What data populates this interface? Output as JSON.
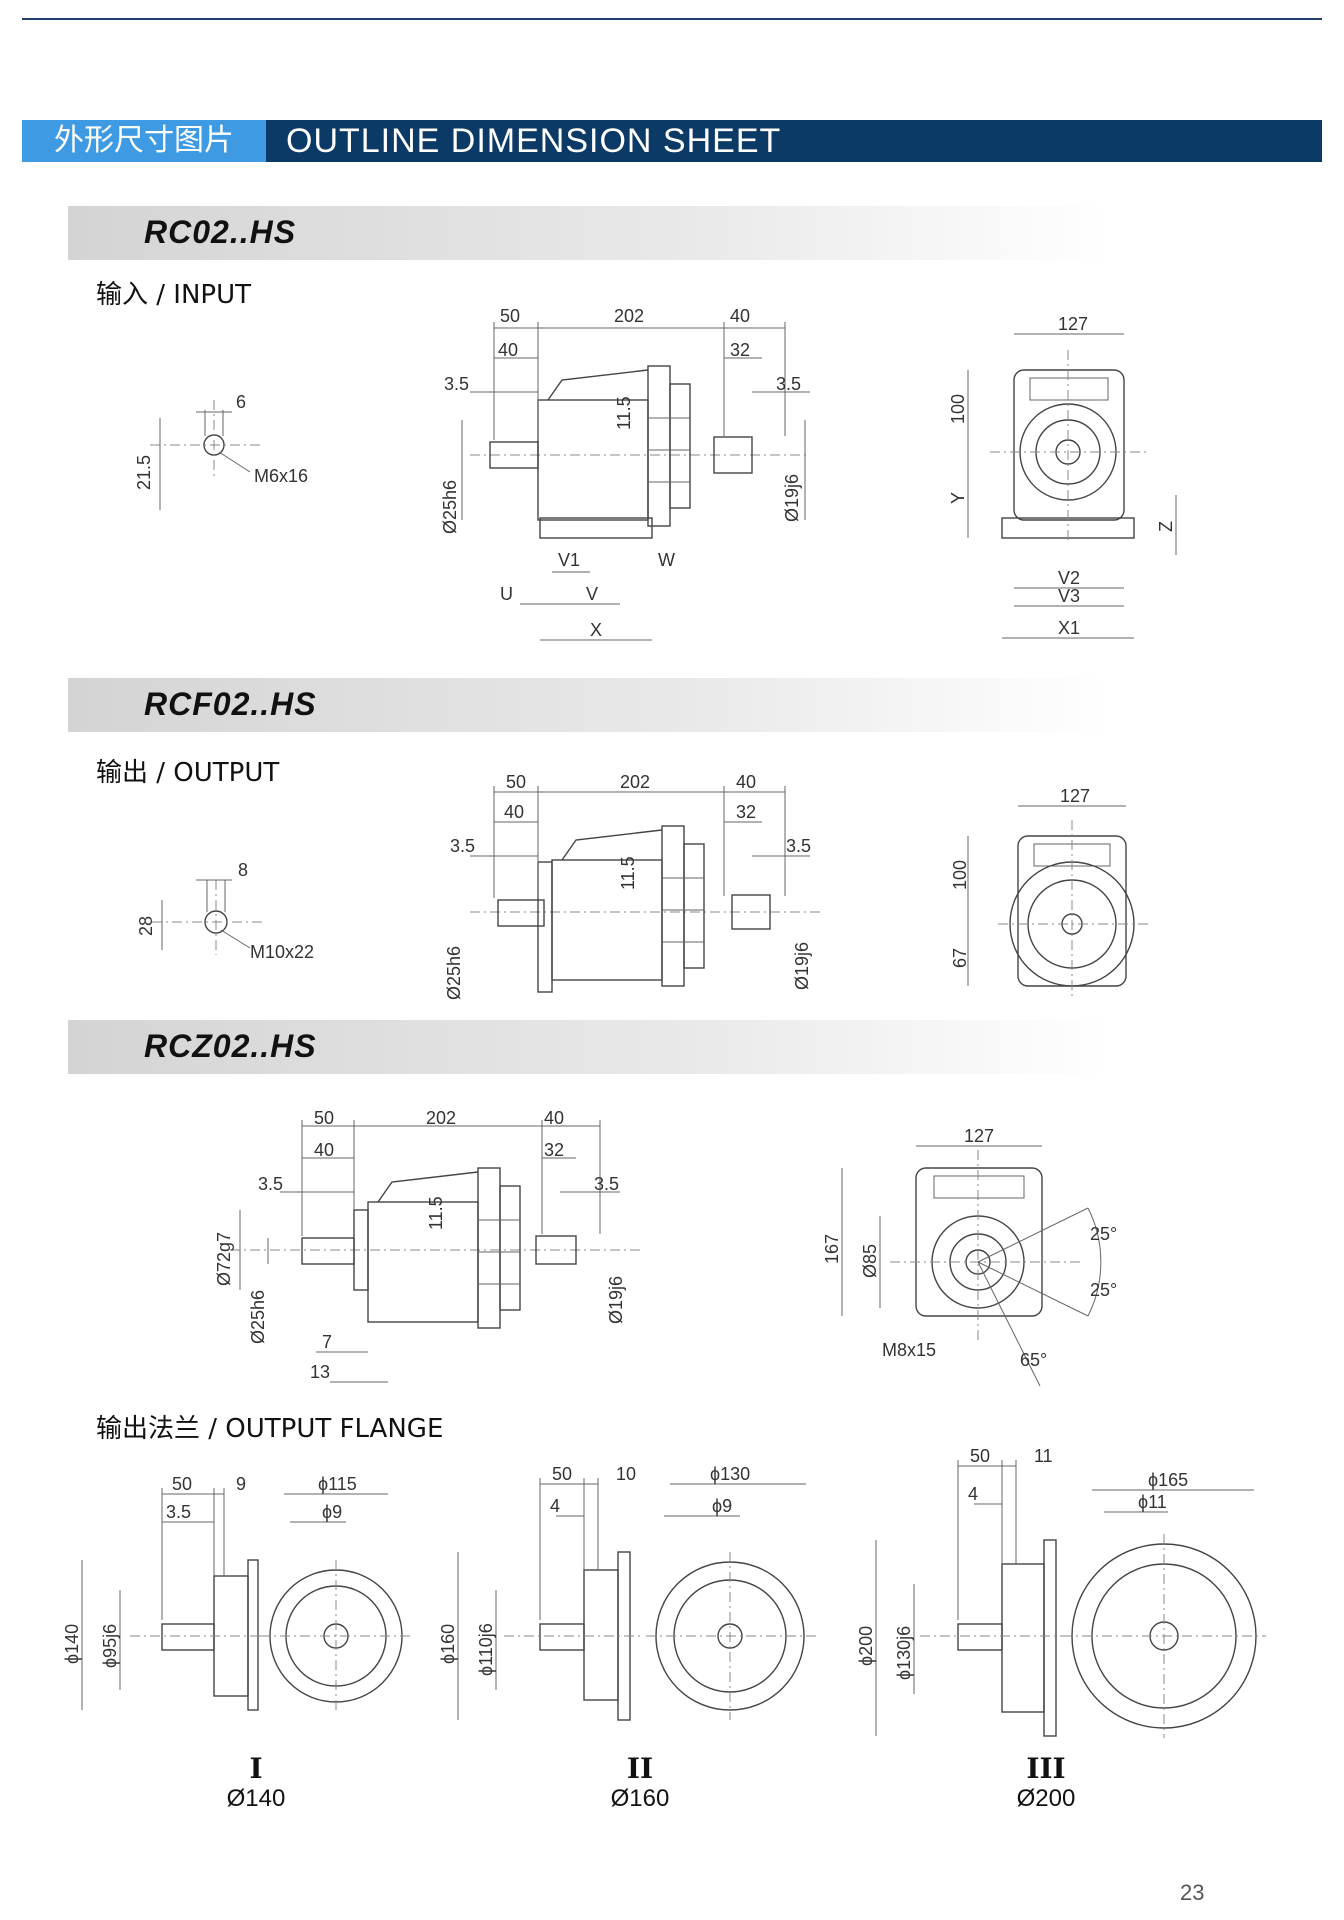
{
  "header": {
    "title_cn": "外形尺寸图片",
    "title_en": "OUTLINE DIMENSION SHEET"
  },
  "sections": [
    {
      "title": "RC02..HS",
      "subtitle": "输入 / INPUT"
    },
    {
      "title": "RCF02..HS",
      "subtitle": "输出 / OUTPUT"
    },
    {
      "title": "RCZ02..HS",
      "subtitle": ""
    }
  ],
  "flange_subtitle": "输出法兰 / OUTPUT FLANGE",
  "dims": {
    "rc_key": {
      "w": "6",
      "h": "21.5",
      "thread": "M6x16"
    },
    "rcf_key": {
      "w": "8",
      "h": "28",
      "thread": "M10x22"
    },
    "side": {
      "d50": "50",
      "d202": "202",
      "d40": "40",
      "d40b": "40",
      "d32": "32",
      "d35": "3.5",
      "d35b": "3.5",
      "d115": "11.5",
      "shaft_in": "Ø25h6",
      "shaft_out": "Ø19j6"
    },
    "rc_side_letters": {
      "v1": "V1",
      "w": "W",
      "u": "U",
      "v": "V",
      "x": "X"
    },
    "front": {
      "d127": "127",
      "d100": "100",
      "y": "Y",
      "z": "Z",
      "v2": "V2",
      "v3": "V3",
      "x1": "X1",
      "d67": "67"
    },
    "rcz_side": {
      "d72": "Ø72g7",
      "d7": "7",
      "d13": "13"
    },
    "rcz_front": {
      "d167": "167",
      "d85": "Ø85",
      "a25a": "25°",
      "a25b": "25°",
      "a65": "65°",
      "thread": "M8x15"
    }
  },
  "flanges": [
    {
      "roman": "I",
      "dia": "Ø140",
      "d50": "50",
      "d9": "9",
      "d35": "3.5",
      "od": "ϕ115",
      "hole": "ϕ9",
      "d_outer": "ϕ140",
      "shaft": "ϕ95j6"
    },
    {
      "roman": "II",
      "dia": "Ø160",
      "d50": "50",
      "d10": "10",
      "d4": "4",
      "od": "ϕ130",
      "hole": "ϕ9",
      "d_outer": "ϕ160",
      "shaft": "ϕ110j6"
    },
    {
      "roman": "III",
      "dia": "Ø200",
      "d50": "50",
      "d11": "11",
      "d4": "4",
      "od": "ϕ165",
      "hole": "ϕ11",
      "d_outer": "ϕ200",
      "shaft": "ϕ130j6"
    }
  ],
  "page_number": "23"
}
